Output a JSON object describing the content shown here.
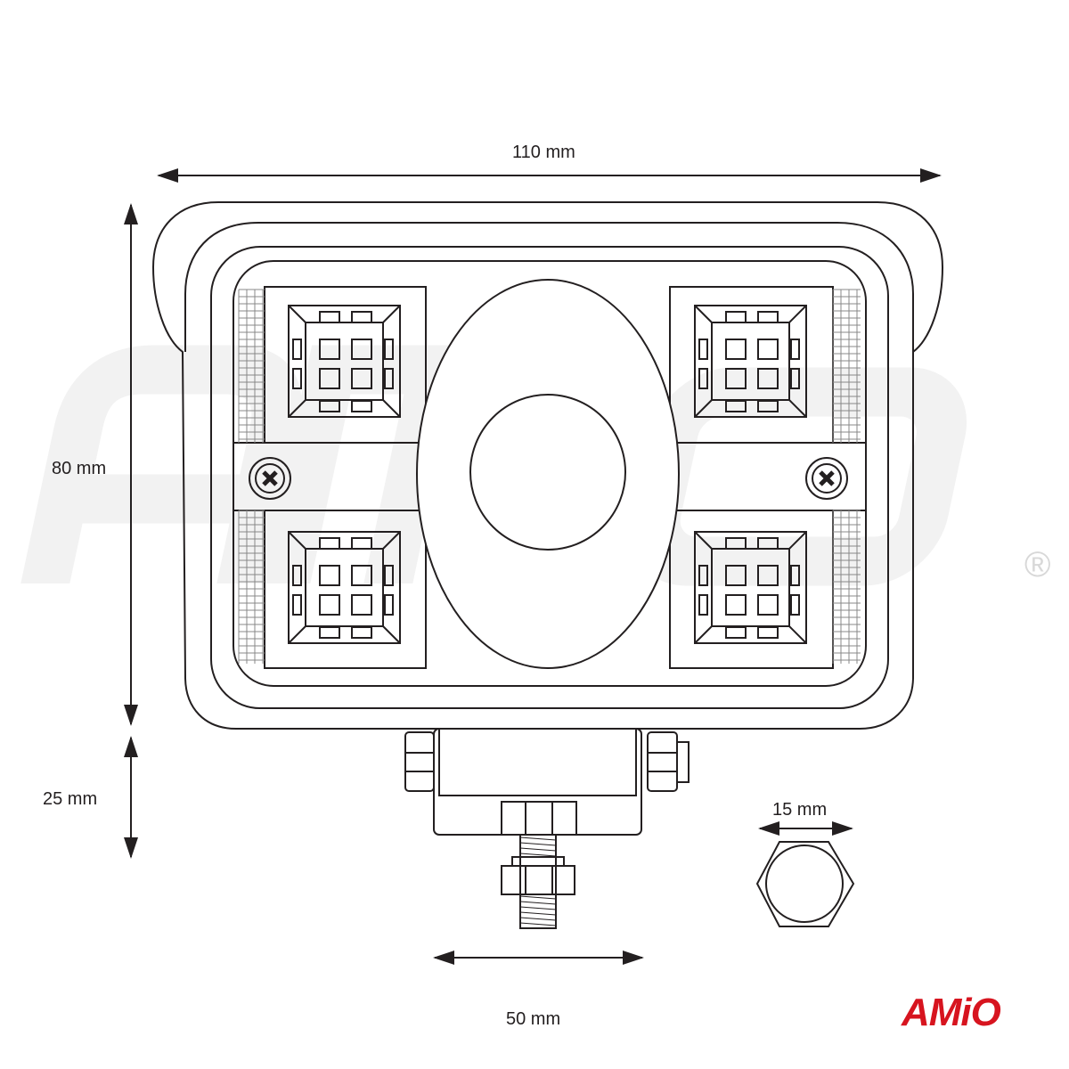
{
  "dimensions": {
    "width": "110 mm",
    "height": "80 mm",
    "bracket_height": "25 mm",
    "bracket_width": "50 mm",
    "nut_size": "15 mm"
  },
  "brand": {
    "logo": "AMiO",
    "watermark": "AMiO",
    "registered_mark": "®",
    "logo_color": "#d7141f"
  },
  "colors": {
    "line": "#231f20"
  }
}
